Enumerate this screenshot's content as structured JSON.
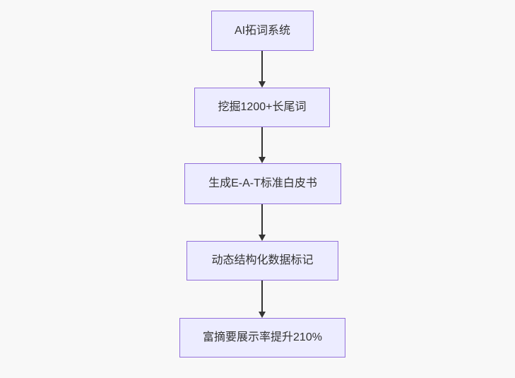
{
  "flowchart": {
    "title": "",
    "colors": {
      "page_background": "#f8f8f8",
      "node_fill": "#ECECFF",
      "node_border": "#9370DB",
      "text": "#333333",
      "arrow": "#333333"
    },
    "direction": "top-down",
    "nodes": [
      {
        "id": "n1",
        "label": "AI拓词系统"
      },
      {
        "id": "n2",
        "label": "挖掘1200+长尾词"
      },
      {
        "id": "n3",
        "label": "生成E-A-T标准白皮书"
      },
      {
        "id": "n4",
        "label": "动态结构化数据标记"
      },
      {
        "id": "n5",
        "label": "富摘要展示率提升210%"
      }
    ],
    "edges": [
      {
        "from": "n1",
        "to": "n2"
      },
      {
        "from": "n2",
        "to": "n3"
      },
      {
        "from": "n3",
        "to": "n4"
      },
      {
        "from": "n4",
        "to": "n5"
      }
    ]
  }
}
